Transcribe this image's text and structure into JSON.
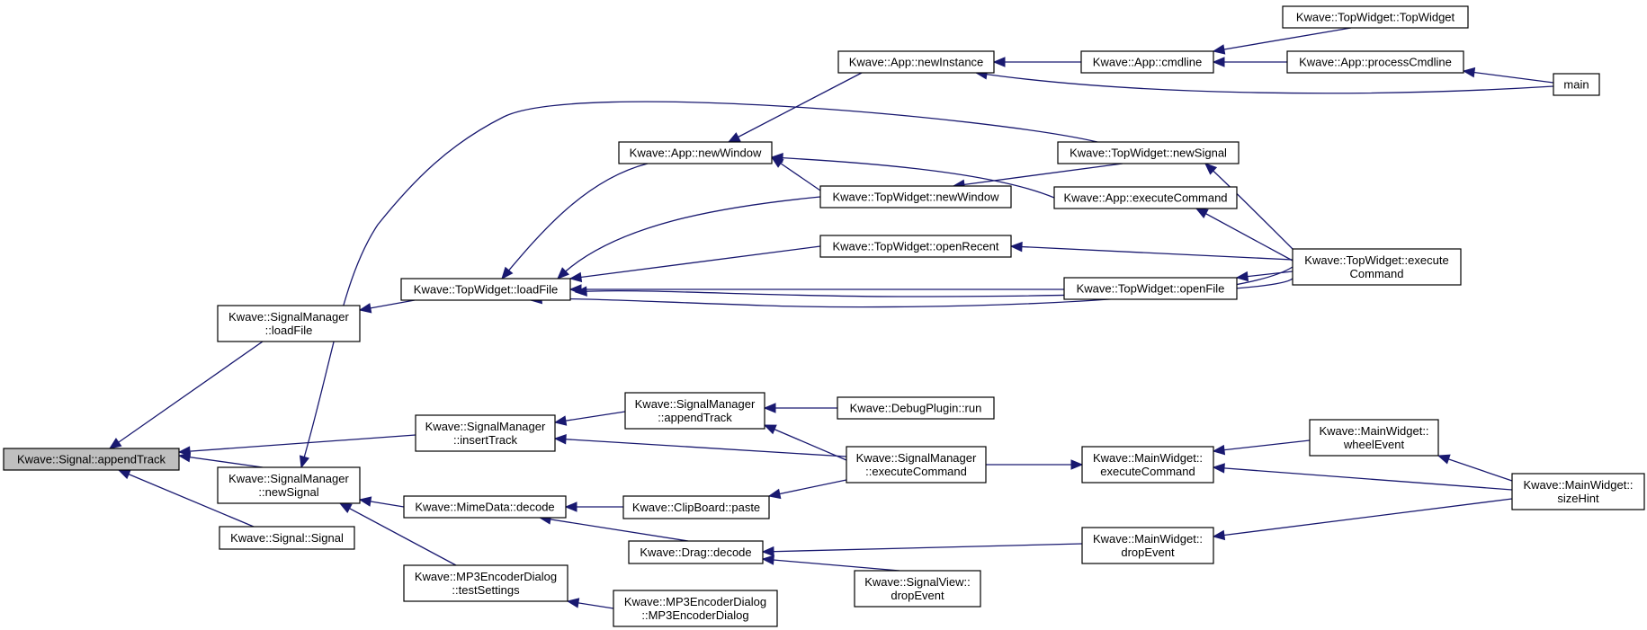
{
  "colors": {
    "edge": "#191970",
    "node_fill": "#ffffff",
    "highlight_fill": "#bfbfbf",
    "node_border": "#000000"
  },
  "nodes": {
    "appendTrack": [
      "Kwave::Signal::appendTrack"
    ],
    "smLoadFile": [
      "Kwave::SignalManager",
      "::loadFile"
    ],
    "smInsertTrack": [
      "Kwave::SignalManager",
      "::insertTrack"
    ],
    "smNewSignal": [
      "Kwave::SignalManager",
      "::newSignal"
    ],
    "signalCtor": [
      "Kwave::Signal::Signal"
    ],
    "twLoadFile": [
      "Kwave::TopWidget::loadFile"
    ],
    "mimeDecode": [
      "Kwave::MimeData::decode"
    ],
    "mp3TestSettings": [
      "Kwave::MP3EncoderDialog",
      "::testSettings"
    ],
    "appNewWindow": [
      "Kwave::App::newWindow"
    ],
    "appNewInstance": [
      "Kwave::App::newInstance"
    ],
    "smAppendTrack": [
      "Kwave::SignalManager",
      "::appendTrack"
    ],
    "clipPaste": [
      "Kwave::ClipBoard::paste"
    ],
    "dragDecode": [
      "Kwave::Drag::decode"
    ],
    "mp3Ctor": [
      "Kwave::MP3EncoderDialog",
      "::MP3EncoderDialog"
    ],
    "twNewWindow": [
      "Kwave::TopWidget::newWindow"
    ],
    "twOpenRecent": [
      "Kwave::TopWidget::openRecent"
    ],
    "debugRun": [
      "Kwave::DebugPlugin::run"
    ],
    "smExecCmd": [
      "Kwave::SignalManager",
      "::executeCommand"
    ],
    "svDropEvent": [
      "Kwave::SignalView::",
      "dropEvent"
    ],
    "appCmdline": [
      "Kwave::App::cmdline"
    ],
    "twNewSignal": [
      "Kwave::TopWidget::newSignal"
    ],
    "appExecCmd": [
      "Kwave::App::executeCommand"
    ],
    "twOpenFile": [
      "Kwave::TopWidget::openFile"
    ],
    "mwExecCmd": [
      "Kwave::MainWidget::",
      "executeCommand"
    ],
    "mwDropEvent": [
      "Kwave::MainWidget::",
      "dropEvent"
    ],
    "twTopWidget": [
      "Kwave::TopWidget::TopWidget"
    ],
    "appProcessCmdline": [
      "Kwave::App::processCmdline"
    ],
    "twExecCmd": [
      "Kwave::TopWidget::execute",
      "Command"
    ],
    "mwWheelEvent": [
      "Kwave::MainWidget::",
      "wheelEvent"
    ],
    "main": [
      "main"
    ],
    "mwSizeHint": [
      "Kwave::MainWidget::",
      "sizeHint"
    ]
  },
  "edges": [
    [
      "smLoadFile",
      "appendTrack"
    ],
    [
      "smInsertTrack",
      "appendTrack"
    ],
    [
      "smNewSignal",
      "appendTrack"
    ],
    [
      "signalCtor",
      "appendTrack"
    ],
    [
      "twLoadFile",
      "smLoadFile"
    ],
    [
      "smAppendTrack",
      "smInsertTrack"
    ],
    [
      "smExecCmd",
      "smInsertTrack"
    ],
    [
      "twNewSignal",
      "smNewSignal"
    ],
    [
      "mimeDecode",
      "smNewSignal"
    ],
    [
      "mp3TestSettings",
      "smNewSignal"
    ],
    [
      "appNewWindow",
      "twLoadFile"
    ],
    [
      "twNewWindow",
      "twLoadFile"
    ],
    [
      "twOpenRecent",
      "twLoadFile"
    ],
    [
      "twOpenFile",
      "twLoadFile"
    ],
    [
      "twExecCmd",
      "twLoadFile"
    ],
    [
      "twExecCmd",
      "twLoadFile"
    ],
    [
      "clipPaste",
      "mimeDecode"
    ],
    [
      "dragDecode",
      "mimeDecode"
    ],
    [
      "mp3Ctor",
      "mp3TestSettings"
    ],
    [
      "appNewWindow",
      "appNewInstance"
    ],
    [
      "twNewWindow",
      "appNewWindow"
    ],
    [
      "appExecCmd",
      "appNewWindow"
    ],
    [
      "appCmdline",
      "appNewInstance"
    ],
    [
      "main",
      "appNewInstance"
    ],
    [
      "debugRun",
      "smAppendTrack"
    ],
    [
      "smExecCmd",
      "smAppendTrack"
    ],
    [
      "smExecCmd",
      "clipPaste"
    ],
    [
      "mwDropEvent",
      "dragDecode"
    ],
    [
      "svDropEvent",
      "dragDecode"
    ],
    [
      "twNewSignal",
      "twNewWindow"
    ],
    [
      "twExecCmd",
      "twOpenRecent"
    ],
    [
      "mwExecCmd",
      "smExecCmd"
    ],
    [
      "twTopWidget",
      "appCmdline"
    ],
    [
      "appProcessCmdline",
      "appCmdline"
    ],
    [
      "twExecCmd",
      "twNewSignal"
    ],
    [
      "twExecCmd",
      "appExecCmd"
    ],
    [
      "twExecCmd",
      "twOpenFile"
    ],
    [
      "mwWheelEvent",
      "mwExecCmd"
    ],
    [
      "mwSizeHint",
      "mwExecCmd"
    ],
    [
      "mwSizeHint",
      "mwDropEvent"
    ],
    [
      "main",
      "appProcessCmdline"
    ],
    [
      "mwSizeHint",
      "mwWheelEvent"
    ]
  ]
}
